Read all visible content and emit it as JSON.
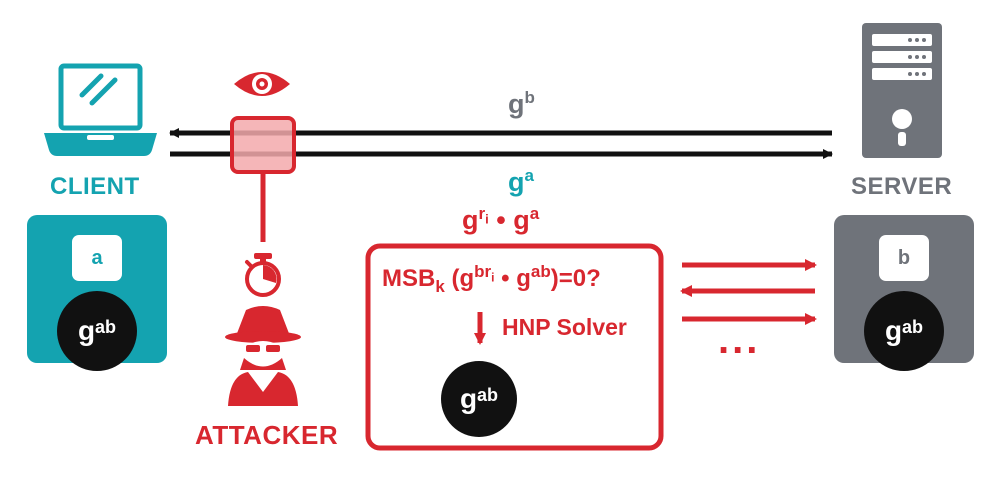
{
  "client": {
    "label": "CLIENT",
    "key": "a",
    "shared": "g",
    "shared_sup": "ab"
  },
  "server": {
    "label": "SERVER",
    "key": "b",
    "shared": "g",
    "shared_sup": "ab"
  },
  "attacker": {
    "label": "ATTACKER"
  },
  "messages": {
    "server_to_client": {
      "base": "g",
      "sup": "b"
    },
    "client_to_server": {
      "base": "g",
      "sup": "a"
    },
    "modified": {
      "base1": "g",
      "sup1": "r",
      "sub1": "i",
      "dot": "•",
      "base2": "g",
      "sup2": "a"
    }
  },
  "oracle": {
    "msb": "MSB",
    "msb_sub": "k",
    "open": "(g",
    "sup1": "br",
    "sub1": "i",
    "dot": " • g",
    "sup2": "ab",
    "tail": ")=0?",
    "solver": "HNP Solver",
    "result": "g",
    "result_sup": "ab"
  },
  "ellipsis": "...",
  "colors": {
    "teal": "#14a3b0",
    "gray": "#6f737a",
    "red": "#d8272f",
    "black": "#111111"
  },
  "icons": [
    "laptop-icon",
    "server-icon",
    "eye-icon",
    "stopwatch-icon",
    "spy-icon"
  ]
}
